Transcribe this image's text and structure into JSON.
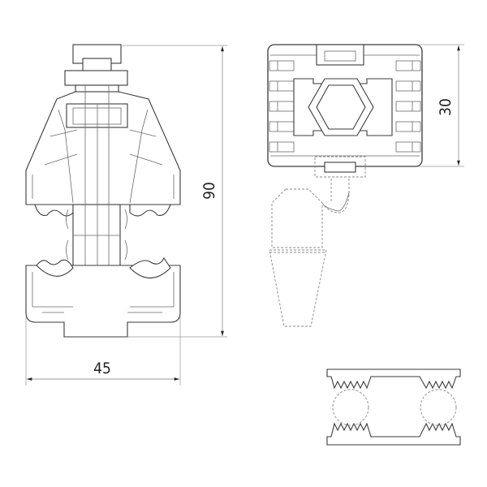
{
  "drawing": {
    "front_view": {
      "height_label": "90",
      "width_label": "45"
    },
    "top_view": {
      "depth_label": "30"
    },
    "line_color": "#3a3a3a",
    "dimension_color": "#999999"
  }
}
